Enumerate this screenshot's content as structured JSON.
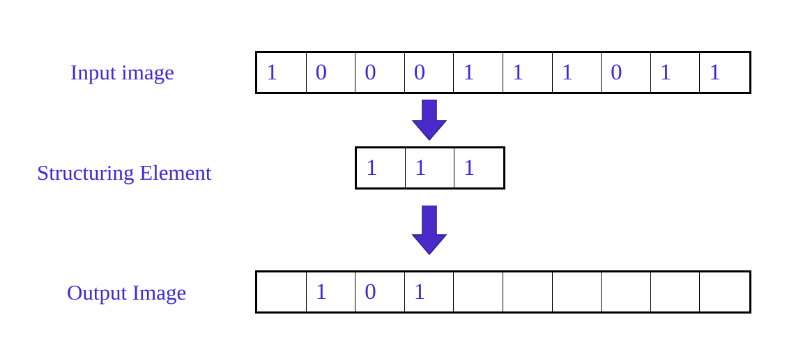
{
  "input": {
    "label": "Input image",
    "cells": [
      "1",
      "0",
      "0",
      "0",
      "1",
      "1",
      "1",
      "0",
      "1",
      "1"
    ]
  },
  "structuring_element": {
    "label": "Structuring Element",
    "cells": [
      "1",
      "1",
      "1"
    ]
  },
  "output": {
    "label": "Output Image",
    "cells": [
      "",
      "1",
      "0",
      "1",
      "",
      "",
      "",
      "",
      "",
      ""
    ]
  },
  "colors": {
    "text": "#3b2ad6",
    "arrow": "#4a2bc9",
    "border": "#000000"
  },
  "icons": {
    "arrow": "down-arrow-icon"
  }
}
